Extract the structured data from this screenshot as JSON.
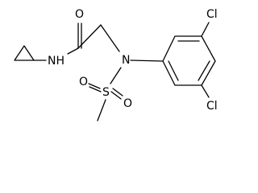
{
  "molecule": {
    "atoms": {
      "o_carbonyl": "O",
      "nh": "NH",
      "n_central": "N",
      "s": "S",
      "o_s_left": "O",
      "o_s_right": "O",
      "cl_top": "Cl",
      "cl_bottom": "Cl"
    },
    "colors": {
      "bond": "#000000",
      "label": "#000000",
      "background": "#ffffff"
    }
  }
}
